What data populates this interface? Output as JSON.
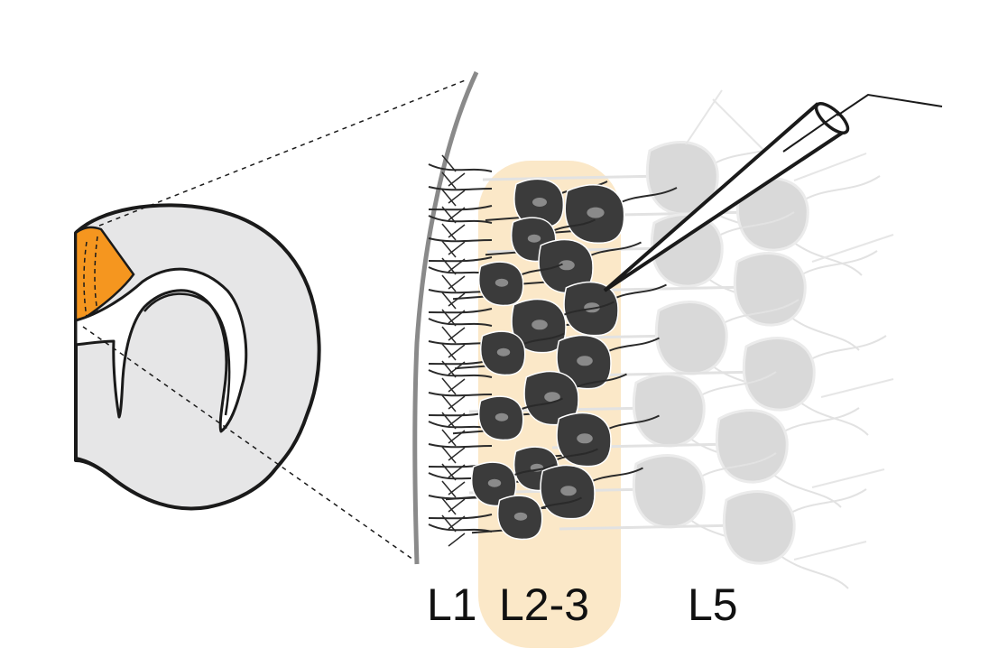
{
  "labels": {
    "l1": "L1",
    "l23": "L2-3",
    "l5": "L5"
  },
  "colors": {
    "highlight_region": "#f5961f",
    "l23_band": "#fbe8c8",
    "l23_neuron": "#3b3b3b",
    "l23_nucleus": "#8a8a8a",
    "l5_neuron": "#d9d9d9",
    "brain_fill": "#e6e6e7",
    "pia": "#8a8a8a",
    "outline": "#1a1a1a"
  },
  "icons": {
    "electrode": "recording-pipette-icon",
    "brain": "brain-section-icon"
  }
}
